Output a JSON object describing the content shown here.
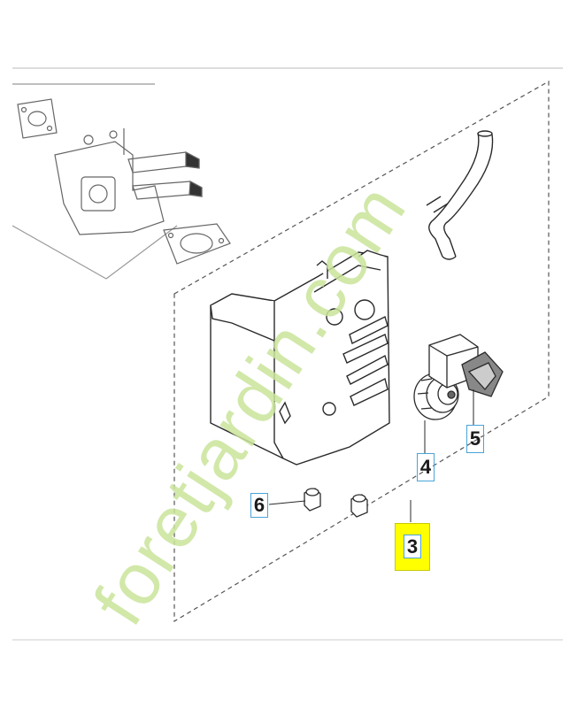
{
  "parts": [
    {
      "id": "p3",
      "label": "3",
      "highlighted": true
    },
    {
      "id": "p4",
      "label": "4",
      "highlighted": false
    },
    {
      "id": "p5",
      "label": "5",
      "highlighted": false
    },
    {
      "id": "p6",
      "label": "6",
      "highlighted": false
    }
  ],
  "watermark": {
    "text": "foretjardin.com",
    "color": "#c9e49a"
  },
  "colors": {
    "line": "#2a2a2a",
    "dash": "#555555",
    "callout_border": "#4aa3d8",
    "highlight": "#ffff00"
  }
}
